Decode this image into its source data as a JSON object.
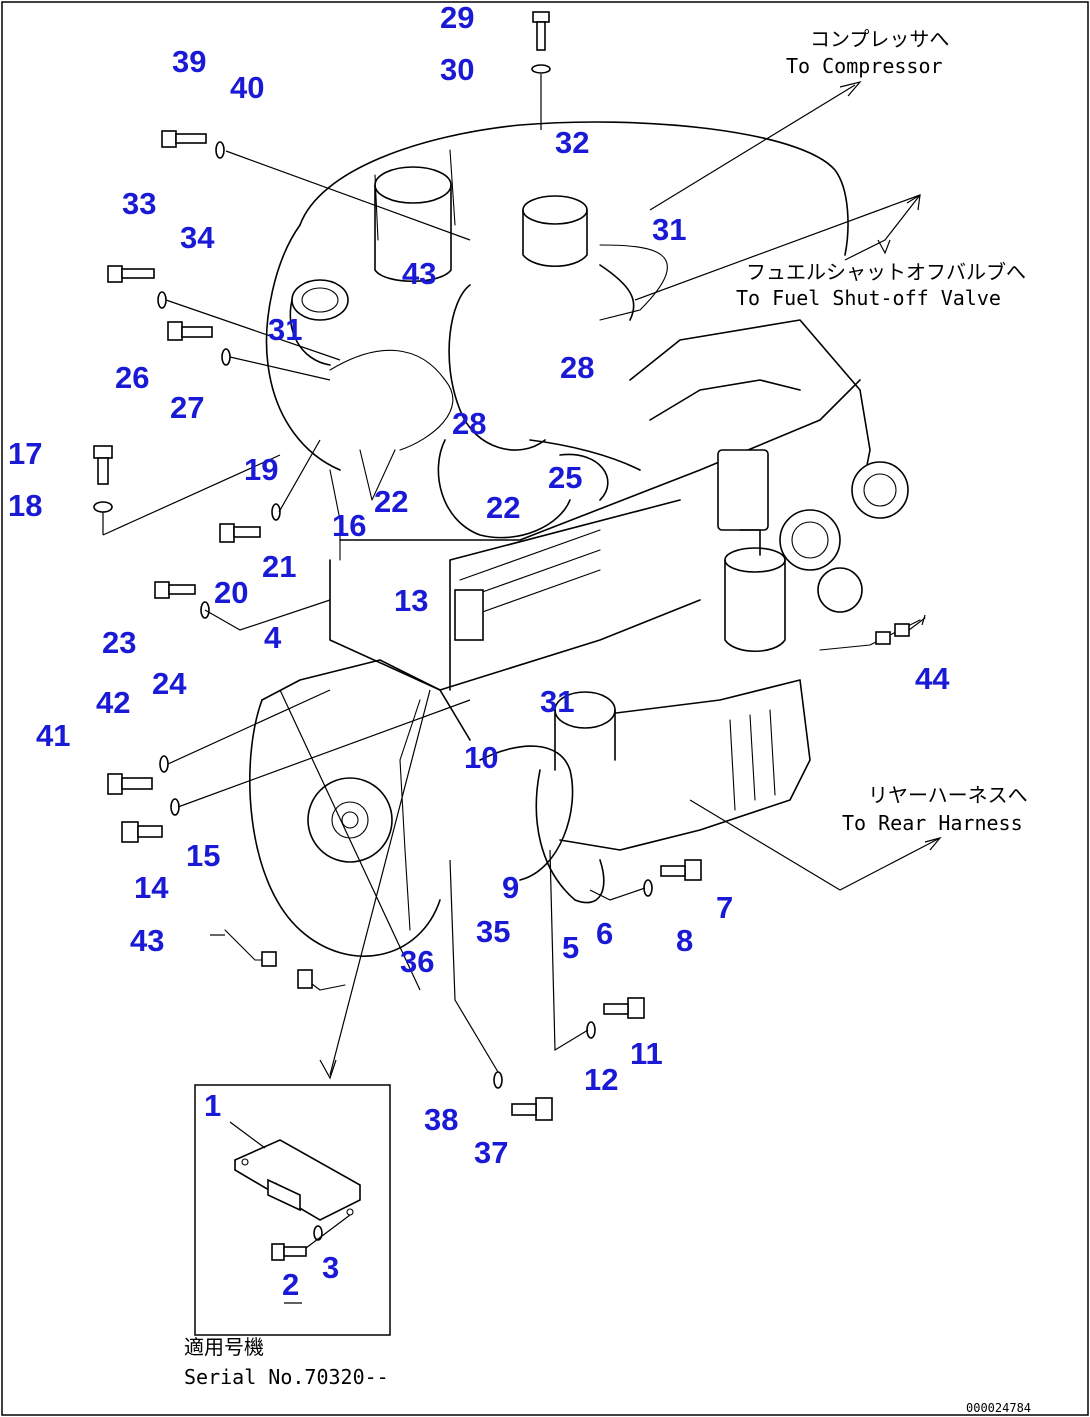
{
  "callouts": {
    "c1": "1",
    "c2": "2",
    "c3": "3",
    "c4": "4",
    "c5": "5",
    "c6": "6",
    "c7": "7",
    "c8": "8",
    "c9": "9",
    "c10": "10",
    "c11": "11",
    "c12": "12",
    "c13": "13",
    "c14": "14",
    "c15": "15",
    "c16": "16",
    "c17": "17",
    "c18": "18",
    "c19": "19",
    "c20": "20",
    "c21": "21",
    "c22a": "22",
    "c22b": "22",
    "c23": "23",
    "c24": "24",
    "c25": "25",
    "c26": "26",
    "c27": "27",
    "c28a": "28",
    "c28b": "28",
    "c29": "29",
    "c30": "30",
    "c31a": "31",
    "c31b": "31",
    "c31c": "31",
    "c32": "32",
    "c33": "33",
    "c34": "34",
    "c35": "35",
    "c36": "36",
    "c37": "37",
    "c38": "38",
    "c39": "39",
    "c40": "40",
    "c41": "41",
    "c42": "42",
    "c43a": "43",
    "c43b": "43",
    "c44": "44"
  },
  "notes": {
    "compressor_jp": "コンプレッサへ",
    "compressor_en": "To Compressor",
    "fuel_jp": "フュエルシャットオフバルブへ",
    "fuel_en": "To Fuel Shut-off Valve",
    "rear_jp": "リヤーハーネスへ",
    "rear_en": "To Rear Harness"
  },
  "inset": {
    "serial_jp": "適用号機",
    "serial_en": "Serial No.70320--"
  },
  "drawing_number": "000024784"
}
